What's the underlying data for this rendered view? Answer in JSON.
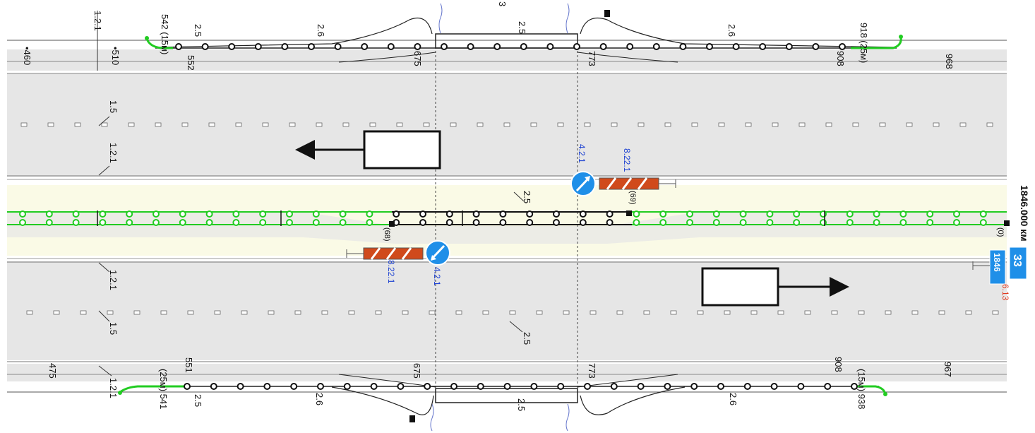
{
  "colors": {
    "road": "#e6e6e6",
    "median": "#fafae6",
    "delineator": "#22cc22",
    "post": "#111111",
    "sign_blue": "#1f8fe8",
    "barrier": "#d04a1c",
    "labels_blue": "#1a3fd1",
    "labels_red": "#e03a20",
    "river": "#6677cc"
  },
  "icons": [
    "arrow-left-icon",
    "arrow-right-icon",
    "keep-right-sign-icon",
    "keep-left-sign-icon",
    "barrier-8-22-1-icon",
    "post-icon",
    "delineator-icon",
    "marker-icon"
  ],
  "markings": {
    "m_1_2_1": "1.2.1",
    "m_1_5": "1.5",
    "m_2_5": "2.5",
    "m_2_6": "2.6",
    "m_3": "3"
  },
  "top_edge": {
    "left_label": "542 (15м)",
    "right_label": "918 (25м)",
    "p460": "•460",
    "p510": "•510",
    "p552": "552",
    "p675": "675",
    "p773": "773",
    "p908": "908",
    "p968": "968"
  },
  "bottom_edge": {
    "left_label": "(25м) 541",
    "right_label": "(15м) 938",
    "p475": "475",
    "p551": "551",
    "p675": "675",
    "p773": "773",
    "p908": "908",
    "p967": "967"
  },
  "median": {
    "post_label_a": "(69)",
    "post_label_b": "(68)",
    "post_label_c": "(0)"
  },
  "signs": {
    "keep_sign_code": "4.2.1",
    "barrier_code": "8.22.1",
    "kilometer": "1846.000 км",
    "distance_sign": "1846",
    "distance_sign_top": "33",
    "red_code": "6.13"
  }
}
